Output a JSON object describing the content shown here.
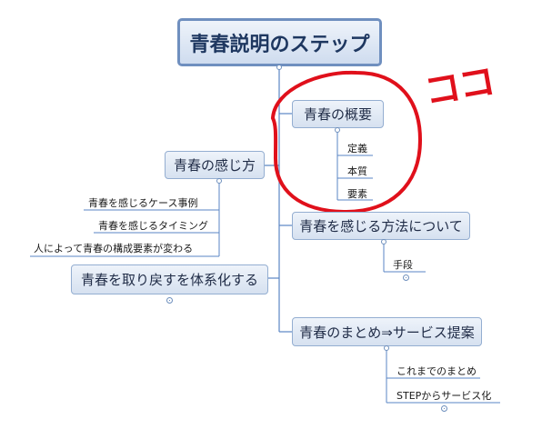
{
  "root": {
    "label": "青春説明のステップ"
  },
  "branches": [
    {
      "label": "青春の概要",
      "children": [
        "定義",
        "本質",
        "要素"
      ]
    },
    {
      "label": "青春の感じ方",
      "children": [
        "青春を感じるケース事例",
        "青春を感じるタイミング",
        "人によって青春の構成要素が変わる"
      ]
    },
    {
      "label": "青春を感じる方法について",
      "children": [
        "手段"
      ]
    },
    {
      "label": "青春を取り戻すを体系化する",
      "children": []
    },
    {
      "label": "青春のまとめ⇒サービス提案",
      "children": [
        "これまでのまとめ",
        "STEPからサービス化"
      ]
    }
  ],
  "annotation": {
    "text": "ココ",
    "color": "#e0101b"
  },
  "colors": {
    "line": "#4f7fbf",
    "node_border": "#94aed1",
    "root_border": "#6f8fbf",
    "annotation": "#e0101b"
  }
}
